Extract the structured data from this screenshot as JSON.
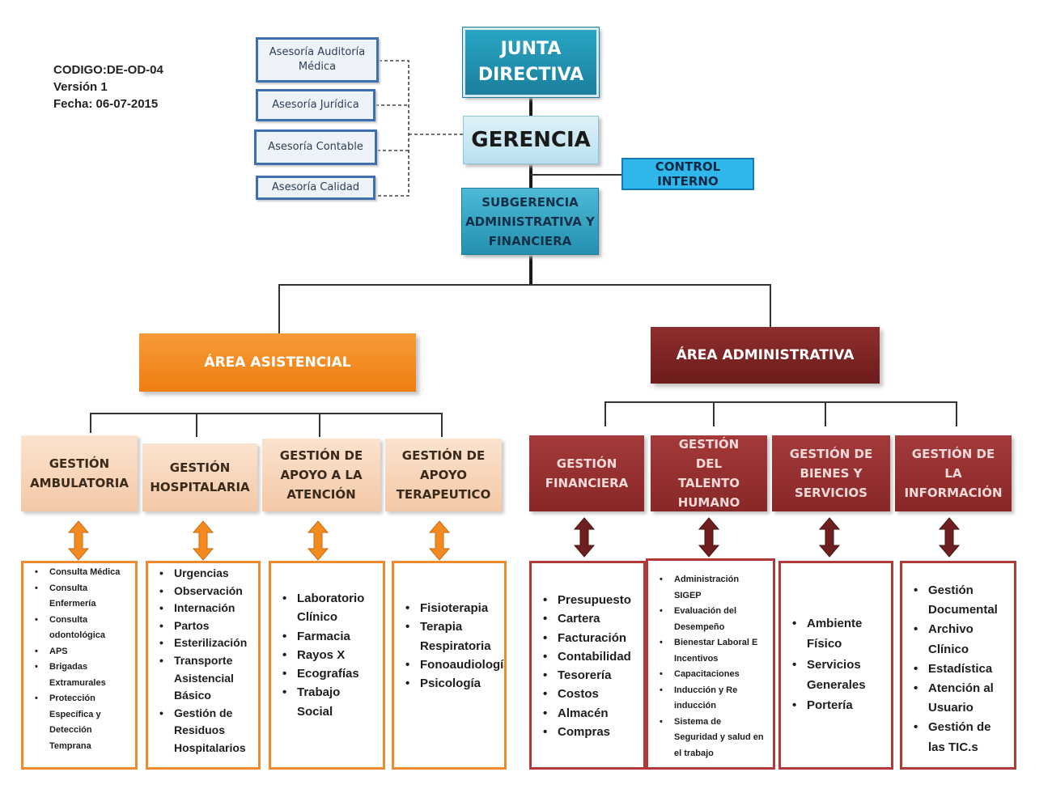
{
  "header": {
    "code": "CODIGO:DE-OD-04",
    "version": "Versión 1",
    "date": "Fecha: 06-07-2015"
  },
  "advisory": [
    "Asesoría Auditoría Médica",
    "Asesoría Jurídica",
    "Asesoría Contable",
    "Asesoría Calidad"
  ],
  "junta": "JUNTA DIRECTIVA",
  "gerencia": "GERENCIA",
  "control_interno": "CONTROL INTERNO",
  "subgerencia": "SUBGERENCIA ADMINISTRATIVA Y FINANCIERA",
  "areas": {
    "asistencial": "ÁREA ASISTENCIAL",
    "administrativa": "ÁREA ADMINISTRATIVA"
  },
  "asistencial_units": [
    {
      "title": "GESTIÓN AMBULATORIA",
      "items": [
        "Consulta Médica",
        "Consulta Enfermería",
        "Consulta odontológica",
        "APS",
        "Brigadas Extramurales",
        "Protección Específica y Detección Temprana"
      ]
    },
    {
      "title": "GESTIÓN HOSPITALARIA",
      "items": [
        "Urgencias",
        "Observación",
        "Internación",
        "Partos",
        "Esterilización",
        "Transporte Asistencial Básico",
        "Gestión de Residuos Hospitalarios"
      ]
    },
    {
      "title": "GESTIÓN DE APOYO A LA ATENCIÓN",
      "items": [
        "Laboratorio Clínico",
        "Farmacia",
        "Rayos X",
        "Ecografías",
        "Trabajo Social"
      ]
    },
    {
      "title": "GESTIÓN DE APOYO TERAPEUTICO",
      "items": [
        "Fisioterapia",
        "Terapia Respiratoria",
        "Fonoaudiología",
        "Psicología"
      ]
    }
  ],
  "administrativa_units": [
    {
      "title": "GESTIÓN FINANCIERA",
      "items": [
        "Presupuesto",
        "Cartera",
        "Facturación",
        "Contabilidad",
        "Tesorería",
        "Costos",
        "Almacén",
        "Compras"
      ]
    },
    {
      "title": "GESTIÓN DEL TALENTO HUMANO",
      "items": [
        "Administración SIGEP",
        "Evaluación del Desempeño",
        "Bienestar Laboral E Incentivos",
        "Capacitaciones",
        "Inducción y Re inducción",
        "Sistema de Seguridad y salud en el trabajo"
      ]
    },
    {
      "title": "GESTIÓN DE BIENES Y SERVICIOS",
      "items": [
        "Ambiente Físico",
        "Servicios Generales",
        "Portería"
      ]
    },
    {
      "title": "GESTIÓN DE LA INFORMACIÓN",
      "items": [
        "Gestión Documental",
        "Archivo Clínico",
        "Estadística",
        "Atención al Usuario",
        "Gestión de las TIC.s"
      ]
    }
  ],
  "colors": {
    "junta": "#1f8fb0",
    "gerencia": "#cbe8f3",
    "control_interno": "#2fb6eb",
    "subgerencia": "#3aa6c6",
    "area_asistencial": "#f28a1f",
    "area_administrativa": "#7d2424",
    "unit_orange": "#f8d5b8",
    "unit_red": "#962f2f"
  }
}
